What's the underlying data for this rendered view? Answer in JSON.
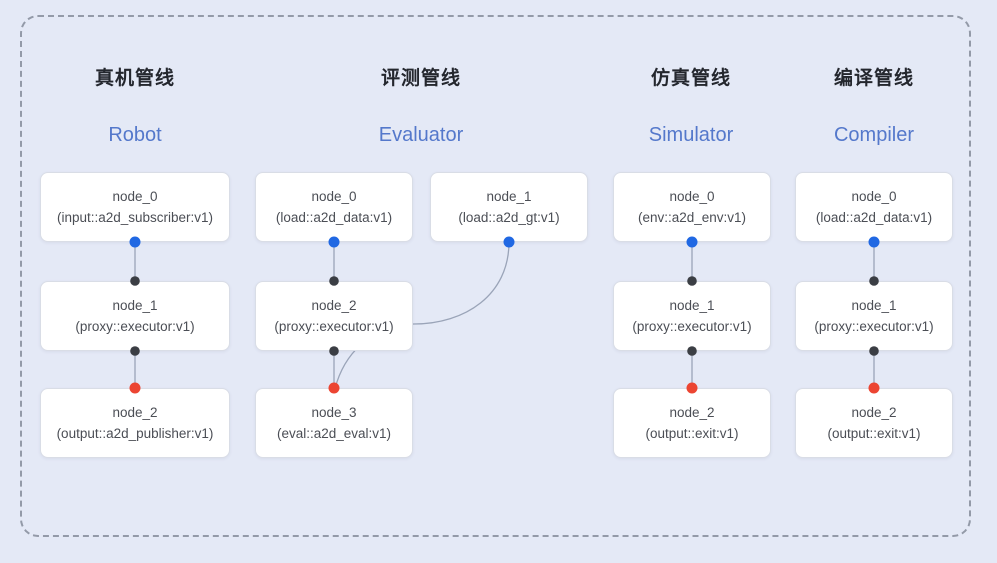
{
  "colors": {
    "background": "#e4e9f6",
    "frame_dash": "#939aa8",
    "card_background": "#ffffff",
    "card_border": "#d9dde6",
    "node_text": "#4b4e55",
    "title_text": "#24272e",
    "subtitle_text": "#5478cb",
    "edge": "#9aa4b8",
    "port_input": "#2068e3",
    "port_mid": "#3b3e44",
    "port_output": "#ec4532"
  },
  "pipelines": [
    {
      "title": "真机管线",
      "subtitle": "Robot",
      "nodes": [
        {
          "name": "node_0",
          "type": "(input::a2d_subscriber:v1)"
        },
        {
          "name": "node_1",
          "type": "(proxy::executor:v1)"
        },
        {
          "name": "node_2",
          "type": "(output::a2d_publisher:v1)"
        }
      ]
    },
    {
      "title": "评测管线",
      "subtitle": "Evaluator",
      "nodes": [
        {
          "name": "node_0",
          "type": "(load::a2d_data:v1)"
        },
        {
          "name": "node_1",
          "type": "(load::a2d_gt:v1)"
        },
        {
          "name": "node_2",
          "type": "(proxy::executor:v1)"
        },
        {
          "name": "node_3",
          "type": "(eval::a2d_eval:v1)"
        }
      ]
    },
    {
      "title": "仿真管线",
      "subtitle": "Simulator",
      "nodes": [
        {
          "name": "node_0",
          "type": "(env::a2d_env:v1)"
        },
        {
          "name": "node_1",
          "type": "(proxy::executor:v1)"
        },
        {
          "name": "node_2",
          "type": "(output::exit:v1)"
        }
      ]
    },
    {
      "title": "编译管线",
      "subtitle": "Compiler",
      "nodes": [
        {
          "name": "node_0",
          "type": "(load::a2d_data:v1)"
        },
        {
          "name": "node_1",
          "type": "(proxy::executor:v1)"
        },
        {
          "name": "node_2",
          "type": "(output::exit:v1)"
        }
      ]
    }
  ]
}
